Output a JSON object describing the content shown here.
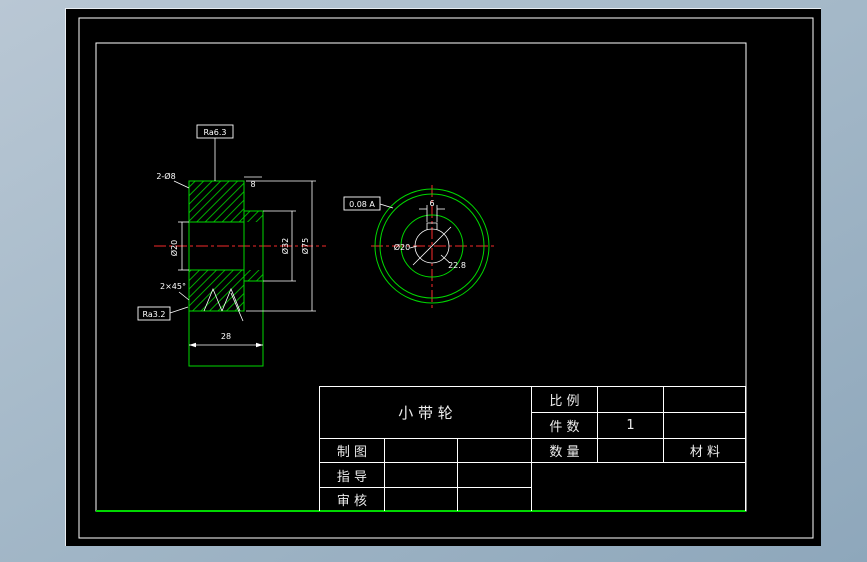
{
  "window": {
    "background_top": "#b9c7d4",
    "background_bottom": "#8ea7bb",
    "canvas_background": "#000000"
  },
  "frames": {
    "outer_color": "#ffffff",
    "inner_color": "#ffffff",
    "baseline_color": "#00d800"
  },
  "title_block": {
    "part_name": "小 带 轮",
    "scale_label": "比 例",
    "scale_value": "",
    "pieces_label": "件 数",
    "pieces_value": "1",
    "quantity_label": "数 量",
    "quantity_value": "",
    "material_label": "材 料",
    "drafter_label": "制 图",
    "drafter_value": "",
    "advisor_label": "指 导",
    "advisor_value": "",
    "checker_label": "审 核",
    "checker_value": ""
  },
  "drawing": {
    "colors": {
      "geometry": "#00d800",
      "centerline": "#c32222",
      "dimension": "#ffffff"
    },
    "left_view": {
      "top_note": "2-Ø8",
      "top_dim": "8",
      "roughness_top": "Ra6.3",
      "roughness_side": "Ra3.2",
      "chamfer_note": "2×45°",
      "bore_dim": "Ø20",
      "hub_dim": "Ø32",
      "outer_dim": "Ø75",
      "width_dim": "28"
    },
    "right_view": {
      "tolerance_note": "0.08 A",
      "keyway_dim": "6",
      "bore_dim": "Ø20",
      "key_dim": "22.8"
    }
  }
}
